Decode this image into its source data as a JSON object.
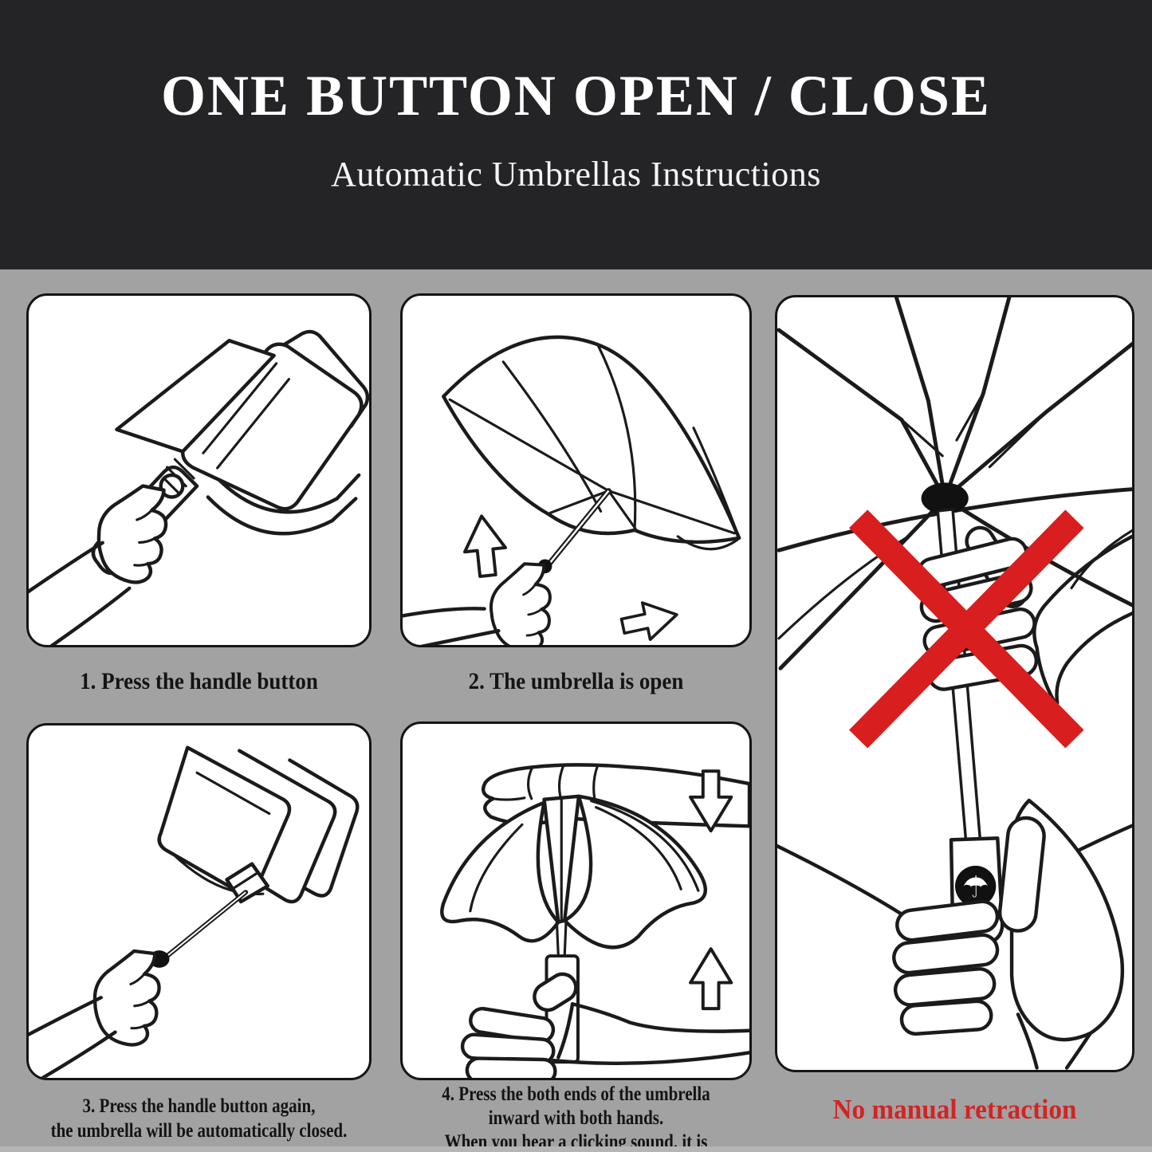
{
  "header": {
    "title": "ONE BUTTON OPEN / CLOSE",
    "subtitle": "Automatic Umbrellas Instructions"
  },
  "steps": [
    {
      "caption": "1. Press the handle button",
      "illustration": "hand-pressing-button-on-folded-umbrella"
    },
    {
      "caption": "2. The umbrella is open",
      "illustration": "open-umbrella-in-hand-with-arrows"
    },
    {
      "lines": [
        "3. Press the handle button again,",
        "the umbrella will be automatically closed."
      ],
      "illustration": "auto-closed-umbrella-in-hand"
    },
    {
      "lines": [
        "4. Press the both ends of the umbrella",
        "inward with both hands.",
        "When you hear a clicking sound, it is retracted."
      ],
      "illustration": "two-hands-compressing-umbrella-with-arrows"
    }
  ],
  "warning": {
    "label": "No manual retraction",
    "illustration": "umbrella-underside-hand-on-shaft-crossed-out"
  },
  "icons": {
    "umbrella_glyph": "☂",
    "up_arrow": "outline-up-arrow",
    "down_arrow": "outline-down-arrow",
    "right_arrow": "outline-right-arrow",
    "red_cross": "prohibition-cross"
  },
  "colors": {
    "header_bg": "#242426",
    "body_bg": "#a2a2a2",
    "panel_bg": "#ffffff",
    "line": "#1b1b1b",
    "cross_red": "#d81e1e",
    "warning_text": "#d22424"
  }
}
